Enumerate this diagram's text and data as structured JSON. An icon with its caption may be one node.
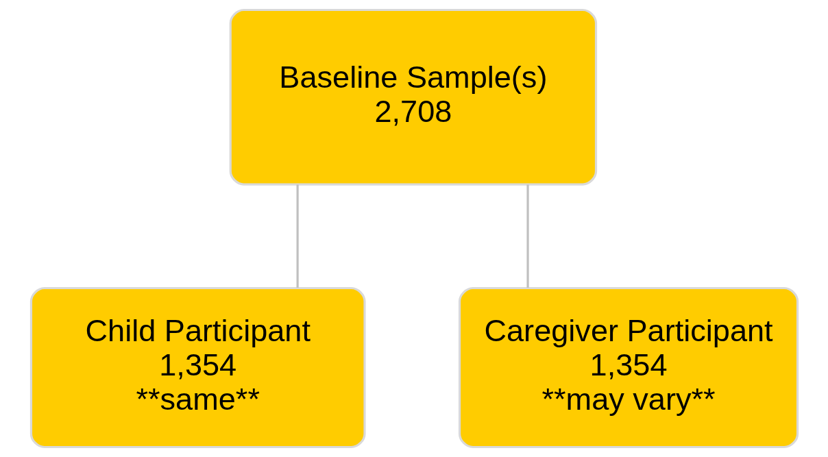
{
  "diagram": {
    "nodes": [
      {
        "text": [
          "Baseline Sample(s)",
          "2,708"
        ]
      },
      {
        "text": [
          "Child Participant",
          "1,354",
          "**same**"
        ]
      },
      {
        "text": [
          "Caregiver Participant",
          "1,354",
          "**may vary**"
        ]
      }
    ],
    "edges": [
      {
        "from": 0,
        "to": 1,
        "arrow": "none"
      },
      {
        "from": 0,
        "to": 2,
        "arrow": "none"
      }
    ]
  }
}
